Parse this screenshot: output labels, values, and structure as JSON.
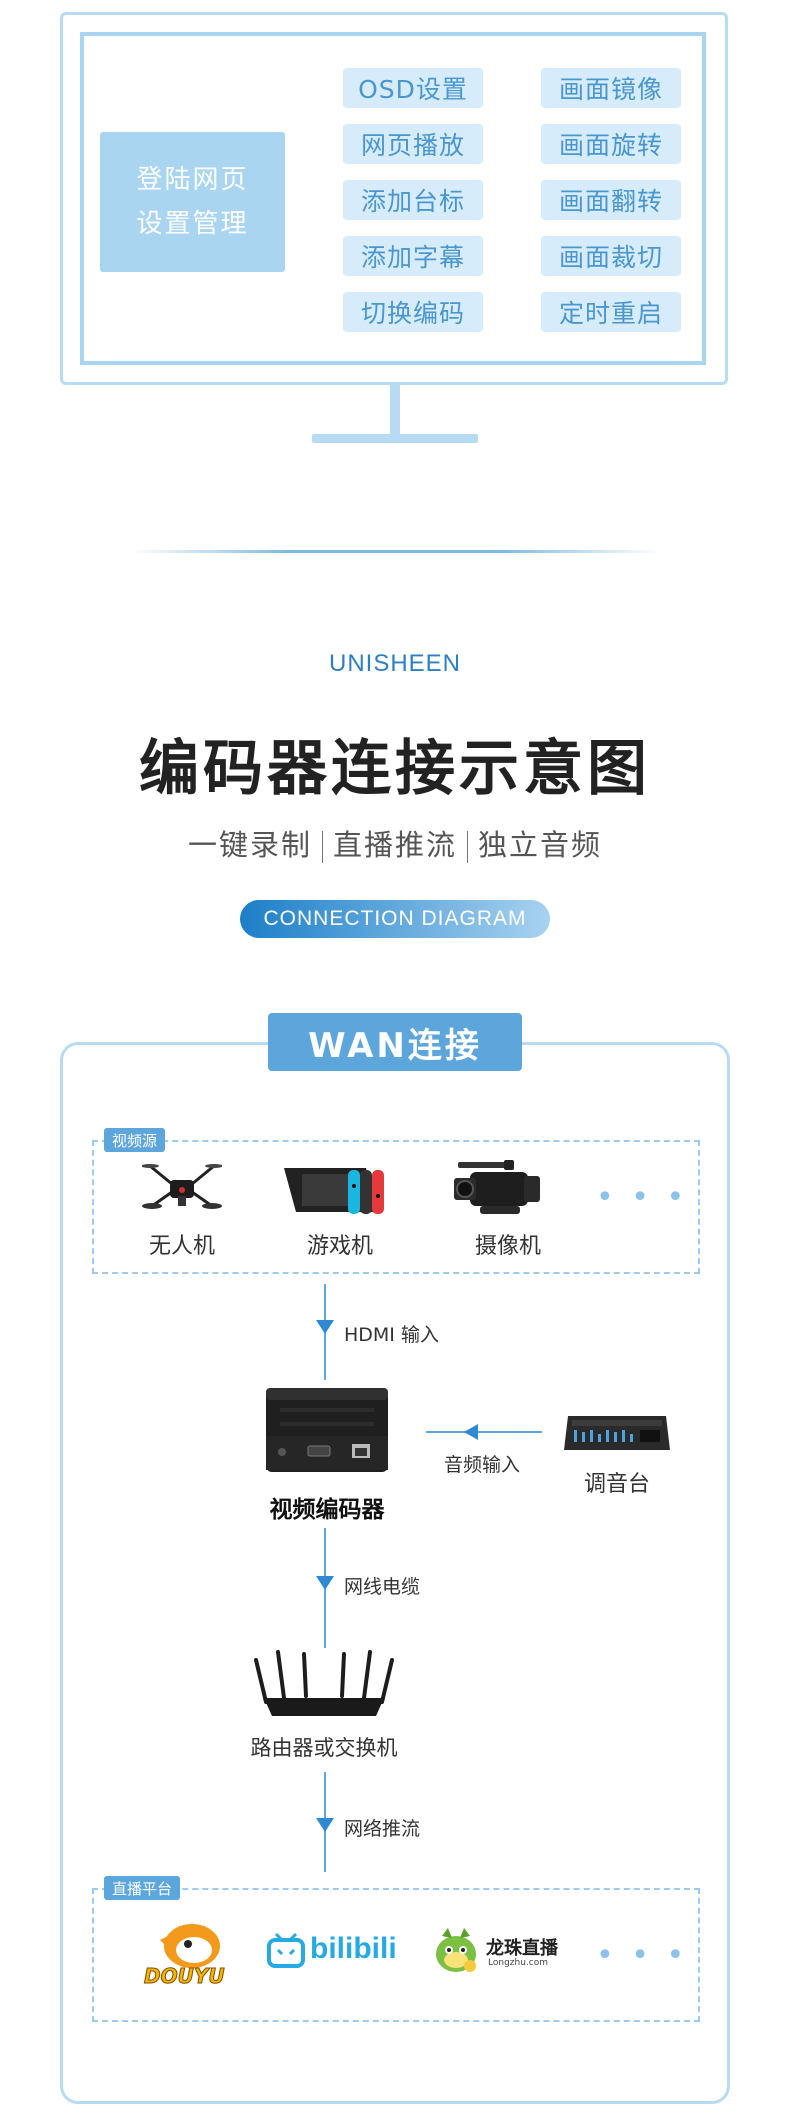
{
  "monitor": {
    "login_line1": "登陆网页",
    "login_line2": "设置管理",
    "features_left": [
      "OSD设置",
      "网页播放",
      "添加台标",
      "添加字幕",
      "切换编码"
    ],
    "features_right": [
      "画面镜像",
      "画面旋转",
      "画面翻转",
      "画面裁切",
      "定时重启"
    ]
  },
  "heading": {
    "brand": "UNISHEEN",
    "title": "编码器连接示意图",
    "subtitle_parts": [
      "一键录制",
      "直播推流",
      "独立音频"
    ],
    "badge": "CONNECTION DIAGRAM"
  },
  "diagram": {
    "section_title": "WAN连接",
    "source_tag": "视频源",
    "sources": [
      "无人机",
      "游戏机",
      "摄像机"
    ],
    "more": "• • •",
    "step1": "HDMI 输入",
    "encoder": "视频编码器",
    "audio_in": "音频输入",
    "mixer": "调音台",
    "step2": "网线电缆",
    "router": "路由器或交换机",
    "step3": "网络推流",
    "platform_tag": "直播平台",
    "platforms": {
      "douyu": "DOUYU",
      "bilibili": "bilibili",
      "longzhu_cn": "龙珠直播",
      "longzhu_en": "Longzhu.com"
    }
  },
  "colors": {
    "accent": "#5da6dc",
    "light_blue": "#b6dbf3",
    "brand_blue": "#2c7fc4"
  }
}
